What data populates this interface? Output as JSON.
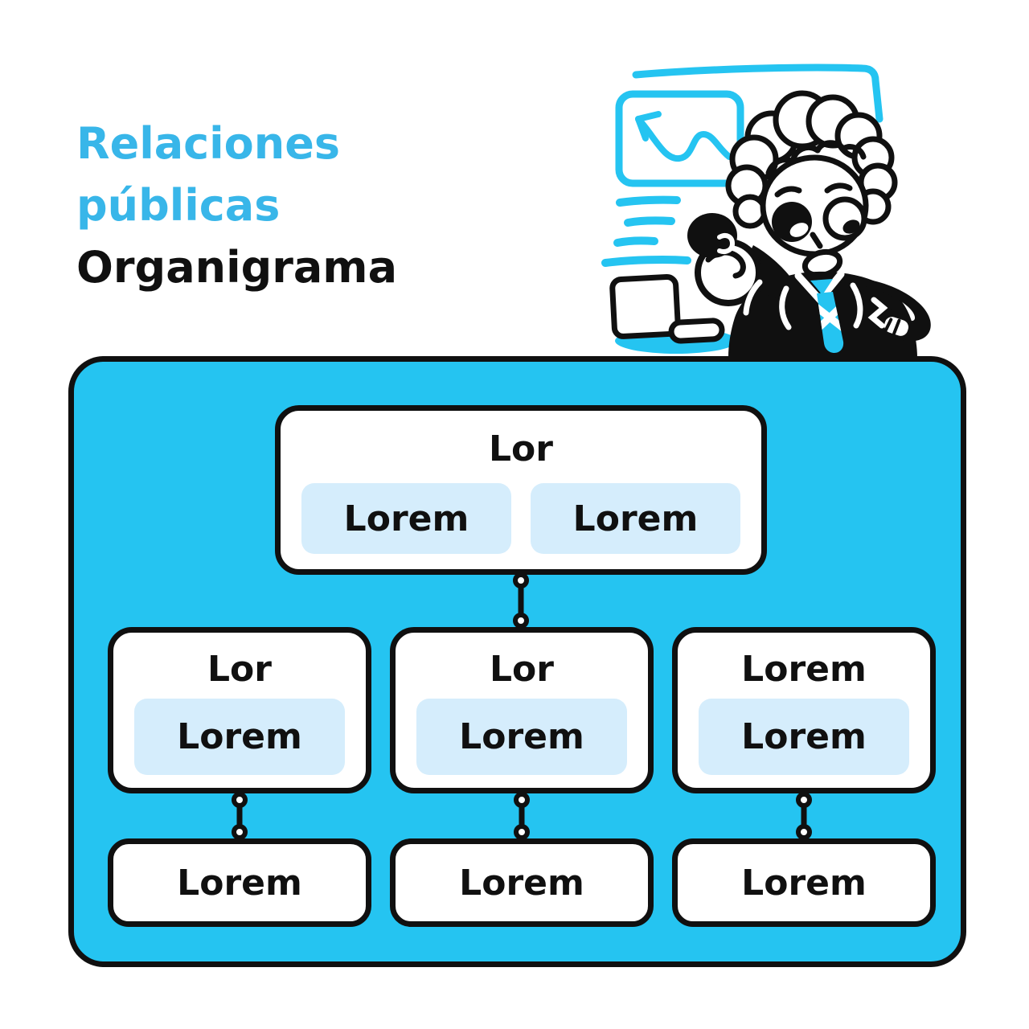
{
  "header": {
    "title_line1": "Relaciones",
    "title_line2": "públicas",
    "title_line3": "Organigrama"
  },
  "colors": {
    "title_accent": "#38B6E9",
    "panel_cyan": "#25C4F1",
    "illustration_cyan": "#25C4F1",
    "chip_blue": "#D5EDFC",
    "ink": "#101010",
    "card_white": "#FFFFFF"
  },
  "org_chart": {
    "root": {
      "title": "Lor",
      "chips": [
        "Lorem",
        "Lorem"
      ]
    },
    "level2": [
      {
        "title": "Lor",
        "chip": "Lorem"
      },
      {
        "title": "Lor",
        "chip": "Lorem"
      },
      {
        "title": "Lorem",
        "chip": "Lorem"
      }
    ],
    "level3": [
      {
        "label": "Lorem"
      },
      {
        "label": "Lorem"
      },
      {
        "label": "Lorem"
      }
    ]
  },
  "illustration": {
    "parts": [
      "sketch-frame",
      "trend-chart-sketch",
      "handwriting-lines",
      "laptop",
      "presenter-character",
      "clicker-remote"
    ]
  }
}
